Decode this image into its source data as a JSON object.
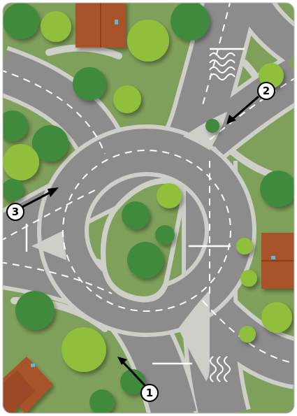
{
  "map": {
    "colors": {
      "grass": "#7fa05a",
      "road": "#8c8c8c",
      "curb": "#cfcfc9",
      "marking": "#ffffff",
      "roof": "#a8522c",
      "tree_light": "#8fbf3a",
      "tree_dark": "#3f8a3c"
    },
    "callouts": [
      {
        "id": "1",
        "label": "1"
      },
      {
        "id": "2",
        "label": "2"
      },
      {
        "id": "3",
        "label": "3"
      }
    ]
  }
}
